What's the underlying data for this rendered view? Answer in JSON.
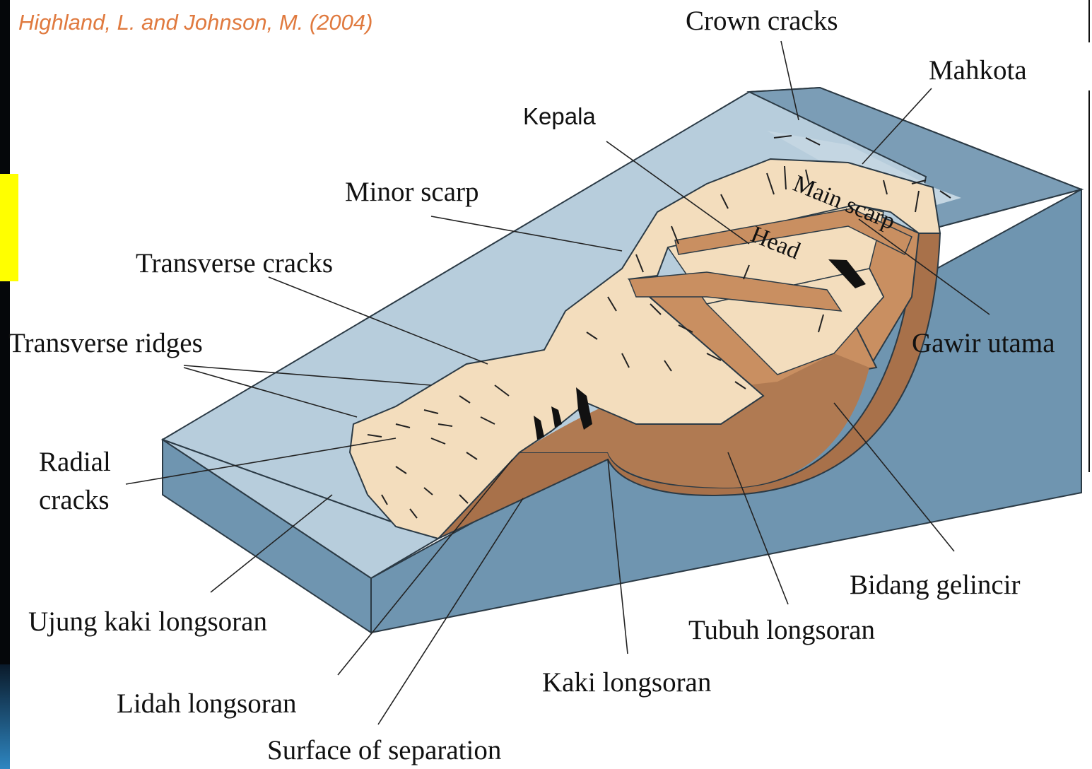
{
  "citation": "Highland, L. and Johnson, M. (2004)",
  "labels": {
    "crown_cracks": "Crown cracks",
    "mahkota": "Mahkota",
    "kepala": "Kepala",
    "minor_scarp": "Minor scarp",
    "transverse_cracks": "Transverse cracks",
    "transverse_ridges": "Transverse ridges",
    "radial_cracks_1": "Radial",
    "radial_cracks_2": "cracks",
    "gawir_utama": "Gawir utama",
    "bidang_gelincir": "Bidang gelincir",
    "tubuh_longsoran": "Tubuh longsoran",
    "kaki_longsoran": "Kaki longsoran",
    "ujung_kaki_longsoran": "Ujung kaki longsoran",
    "lidah_longsoran": "Lidah longsoran",
    "surface_of_separation": "Surface of separation"
  },
  "in_figure": {
    "main_scarp": "Main scarp",
    "head": "Head"
  },
  "colors": {
    "slope_top": "#b7cddc",
    "slope_side": "#6f95b0",
    "slide_body": "#a8714a",
    "slide_head": "#c98f61",
    "displaced_material": "#f3ddbd",
    "citation": "#e07a3f",
    "highlight": "#ffff00"
  }
}
